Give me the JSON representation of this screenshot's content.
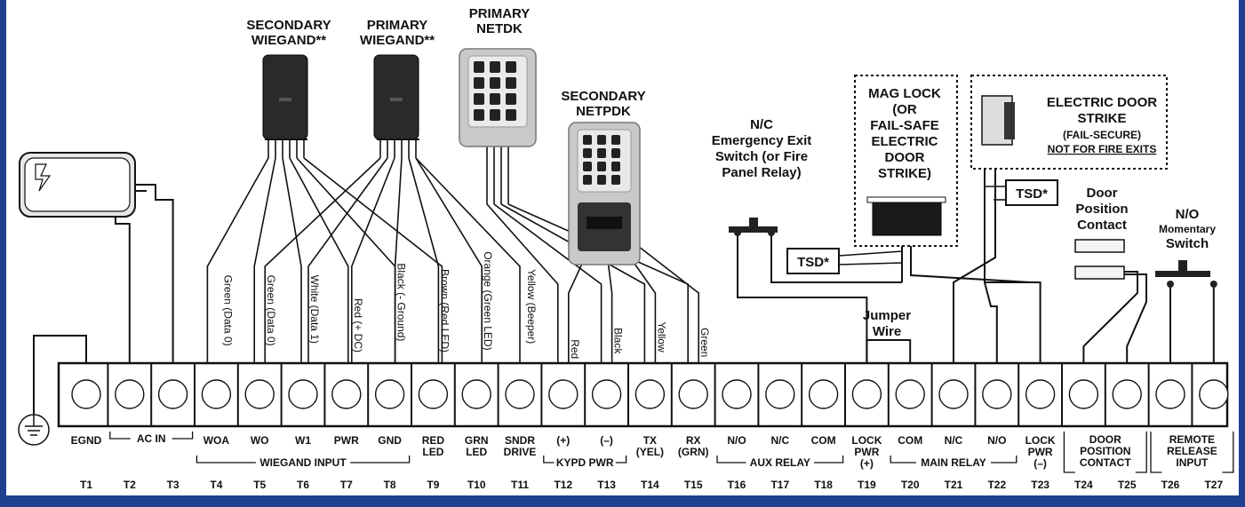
{
  "colors": {
    "frame": "#1f3f8f",
    "ink": "#111111",
    "panel": "#ffffff",
    "device_dark": "#2a2a2a",
    "device_silver": "#c9c9c9"
  },
  "devices": {
    "secondary_wiegand": [
      "SECONDARY",
      "WIEGAND**"
    ],
    "primary_wiegand": [
      "PRIMARY",
      "WIEGAND**"
    ],
    "primary_netdk": [
      "PRIMARY",
      "NETDK"
    ],
    "secondary_netpdk": [
      "SECONDARY",
      "NETPDK"
    ],
    "exit_switch": [
      "N/C",
      "Emergency Exit",
      "Switch (or Fire",
      "Panel Relay)"
    ],
    "mag_lock": [
      "MAG LOCK",
      "(OR",
      "FAIL-SAFE",
      "ELECTRIC",
      "DOOR",
      "STRIKE)"
    ],
    "door_strike": [
      "ELECTRIC DOOR",
      "STRIKE",
      "(FAIL-SECURE)",
      "NOT FOR FIRE EXITS"
    ],
    "tsd": "TSD*",
    "door_contact": [
      "Door",
      "Position",
      "Contact"
    ],
    "momentary_switch": [
      "N/O",
      "Momentary",
      "Switch"
    ],
    "jumper": [
      "Jumper",
      "Wire"
    ]
  },
  "wire_labels": [
    "Green (Data 0)",
    "Green (Data 0)",
    "White (Data 1)",
    "Red (+ DC)",
    "Black (- Ground)",
    "Brown (Red LED)",
    "Orange (Green LED)",
    "Yellow (Beeper)",
    "Red",
    "Black",
    "Yellow",
    "Green"
  ],
  "terminals": {
    "ids": [
      "T1",
      "T2",
      "T3",
      "T4",
      "T5",
      "T6",
      "T7",
      "T8",
      "T9",
      "T10",
      "T11",
      "T12",
      "T13",
      "T14",
      "T15",
      "T16",
      "T17",
      "T18",
      "T19",
      "T20",
      "T21",
      "T22",
      "T23",
      "T24",
      "T25",
      "T26",
      "T27"
    ],
    "labels": [
      [
        "EGND"
      ],
      [
        ""
      ],
      [
        ""
      ],
      [
        "WOA"
      ],
      [
        "WO"
      ],
      [
        "W1"
      ],
      [
        "PWR"
      ],
      [
        "GND"
      ],
      [
        "RED",
        "LED"
      ],
      [
        "GRN",
        "LED"
      ],
      [
        "SNDR",
        "DRIVE"
      ],
      [
        "(+)"
      ],
      [
        "(–)"
      ],
      [
        "TX",
        "(YEL)"
      ],
      [
        "RX",
        "(GRN)"
      ],
      [
        "N/O"
      ],
      [
        "N/C"
      ],
      [
        "COM"
      ],
      [
        "LOCK",
        "PWR",
        "(+)"
      ],
      [
        "COM"
      ],
      [
        "N/C"
      ],
      [
        "N/O"
      ],
      [
        "LOCK",
        "PWR",
        "(–)"
      ],
      [
        ""
      ],
      [
        ""
      ],
      [
        ""
      ],
      [
        ""
      ]
    ]
  },
  "groups": {
    "ac_in": "AC IN",
    "wiegand_input": "WIEGAND INPUT",
    "kypd_pwr": "KYPD PWR",
    "aux_relay": "AUX RELAY",
    "main_relay": "MAIN RELAY",
    "door_position_contact": [
      "DOOR",
      "POSITION",
      "CONTACT"
    ],
    "remote_release_input": [
      "REMOTE",
      "RELEASE",
      "INPUT"
    ]
  }
}
